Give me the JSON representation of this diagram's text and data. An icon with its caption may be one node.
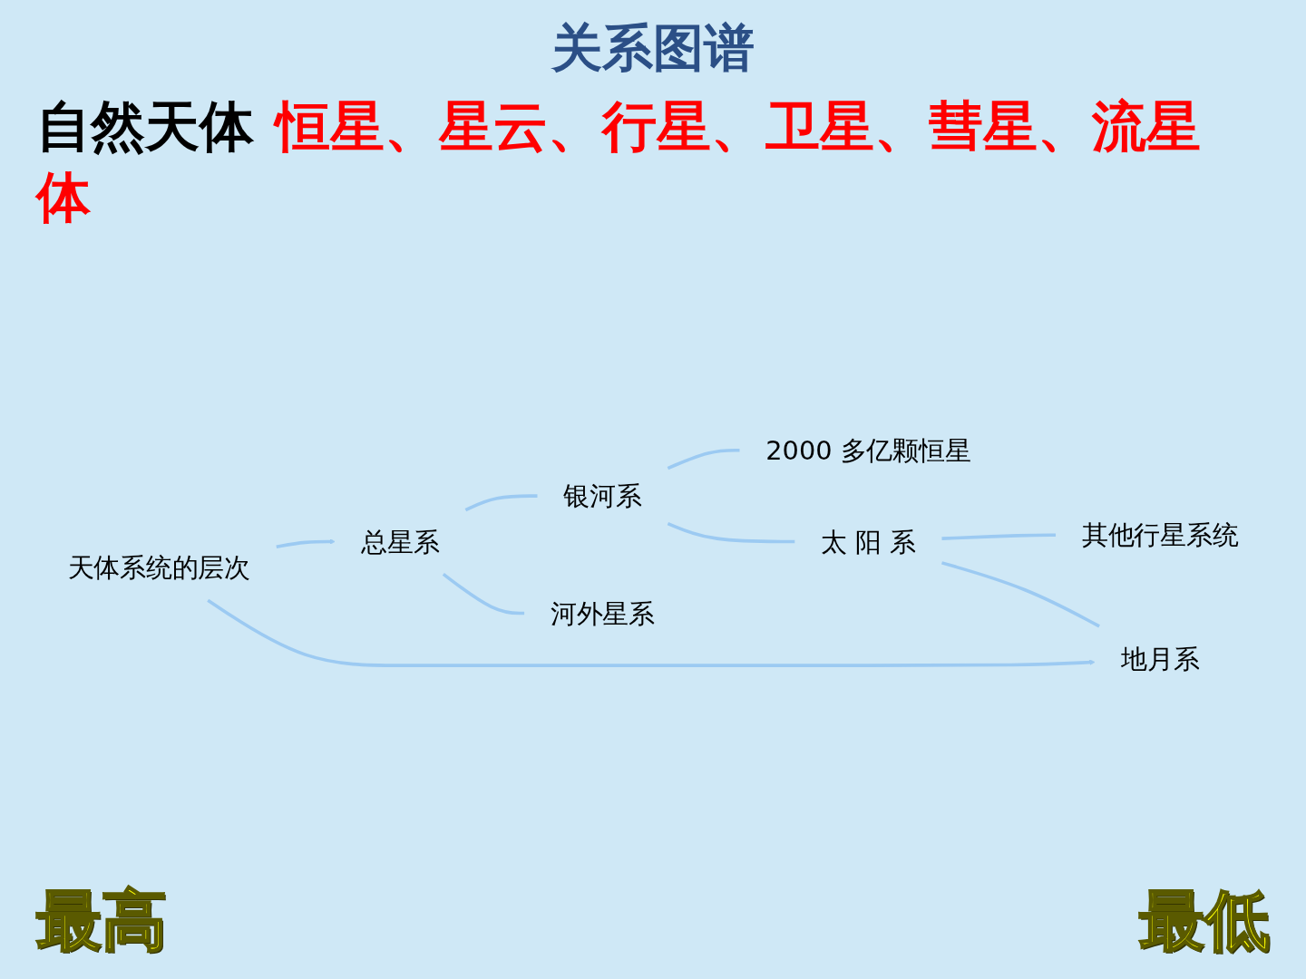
{
  "diagram": {
    "title": "关系图谱",
    "nodes": [
      {
        "text": [
          "总星系"
        ]
      },
      {
        "text": [
          "银河系"
        ]
      },
      {
        "text": [
          "河外星系"
        ]
      },
      {
        "text": [
          "2000 多亿颗恒星"
        ]
      },
      {
        "text": [
          "太 阳 系"
        ]
      },
      {
        "text": [
          "其他行星系统"
        ]
      },
      {
        "text": [
          "地月系"
        ]
      },
      {
        "text": [
          "天体系统的层次"
        ]
      }
    ],
    "edges": [
      {
        "from": 0,
        "to": 1,
        "arrow": "none"
      },
      {
        "from": 0,
        "to": 2,
        "arrow": "none"
      },
      {
        "from": 1,
        "to": 3,
        "arrow": "none"
      },
      {
        "from": 1,
        "to": 4,
        "arrow": "none"
      },
      {
        "from": 4,
        "to": 5,
        "arrow": "none"
      },
      {
        "from": 4,
        "to": 6,
        "arrow": "none"
      },
      {
        "from": 7,
        "to": 0,
        "arrow": "to"
      },
      {
        "from": 7,
        "to": 6,
        "arrow": "to"
      }
    ],
    "labels": [
      "自然天体",
      "恒星、星云、行星、卫星、彗星、流星体",
      "最高",
      "最低"
    ]
  }
}
